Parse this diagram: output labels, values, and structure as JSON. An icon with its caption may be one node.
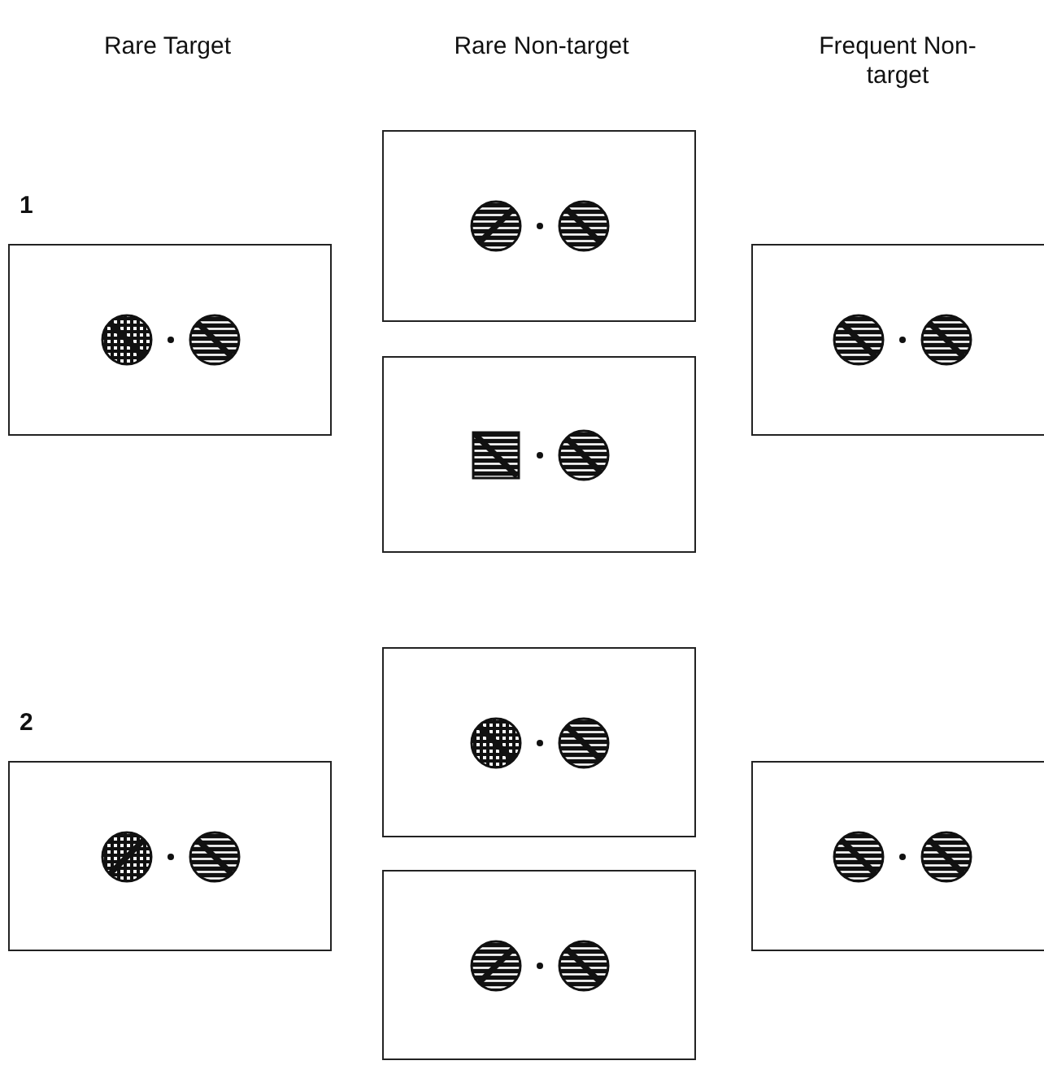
{
  "diagram": {
    "labels": [
      "Rare Target",
      "Rare Non-target",
      "Frequent Non-target",
      "1",
      "2"
    ]
  }
}
